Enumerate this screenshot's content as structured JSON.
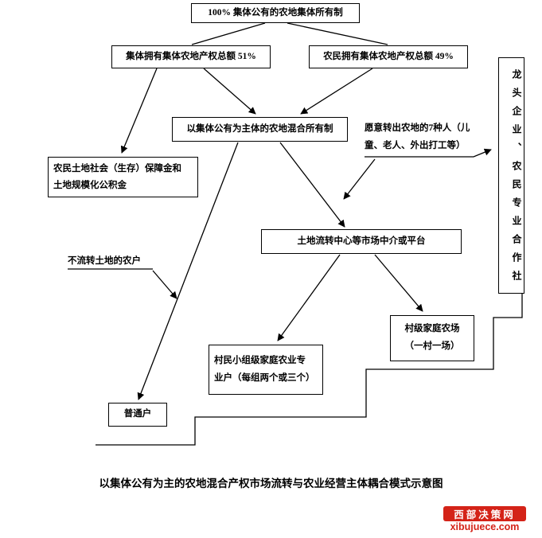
{
  "diagram": {
    "top_box": {
      "text": "100%  集体公有的农地集体所有制"
    },
    "collective_box": {
      "text": "集体拥有集体农地产权总额 51%"
    },
    "farmer_box": {
      "text": "农民拥有集体农地产权总额 49%"
    },
    "mixed_box": {
      "text": "以集体公有为主体的农地混合所有制"
    },
    "seven_people_label": {
      "lines": [
        "愿意转出农地的7种人（儿",
        "童、老人、外出打工等）"
      ]
    },
    "security_box": {
      "lines": [
        "农民土地社会（生存）保障金和",
        "土地规模化公积金"
      ]
    },
    "dragon_box": {
      "text": "龙头企业、农民专业合作社"
    },
    "transfer_box": {
      "text": "土地流转中心等市场中介或平台"
    },
    "non_transfer_label": {
      "text": "不流转土地的农户"
    },
    "village_farm_box": {
      "lines": [
        "村级家庭农场",
        "（一村一场）"
      ]
    },
    "group_farm_box": {
      "lines": [
        "村民小组级家庭农业专",
        "业户（每组两个或三个）"
      ]
    },
    "ordinary_box": {
      "text": "普通户"
    },
    "caption": "以集体公有为主的农地混合产权市场流转与农业经营主体耦合模式示意图"
  },
  "watermark": {
    "site_name": "西部决策网",
    "site_url": "xibujuece.com",
    "color": "#d42318"
  }
}
